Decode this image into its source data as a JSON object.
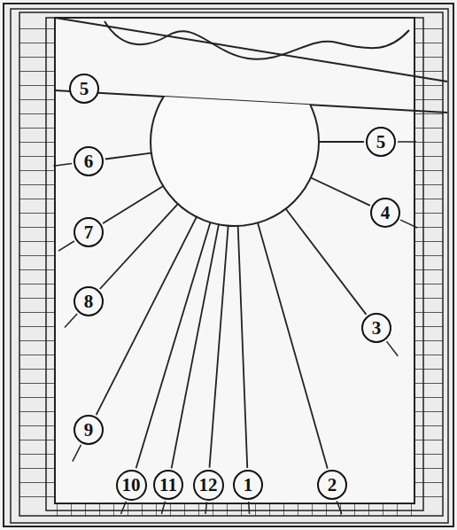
{
  "diagram": {
    "nodes": [
      {
        "text": [
          "5"
        ]
      },
      {
        "text": [
          "5"
        ]
      },
      {
        "text": [
          "6"
        ]
      },
      {
        "text": [
          "4"
        ]
      },
      {
        "text": [
          "7"
        ]
      },
      {
        "text": [
          "8"
        ]
      },
      {
        "text": [
          "3"
        ]
      },
      {
        "text": [
          "9"
        ]
      },
      {
        "text": [
          "10"
        ]
      },
      {
        "text": [
          "11"
        ]
      },
      {
        "text": [
          "12"
        ]
      },
      {
        "text": [
          "1"
        ]
      },
      {
        "text": [
          "2"
        ]
      }
    ]
  }
}
